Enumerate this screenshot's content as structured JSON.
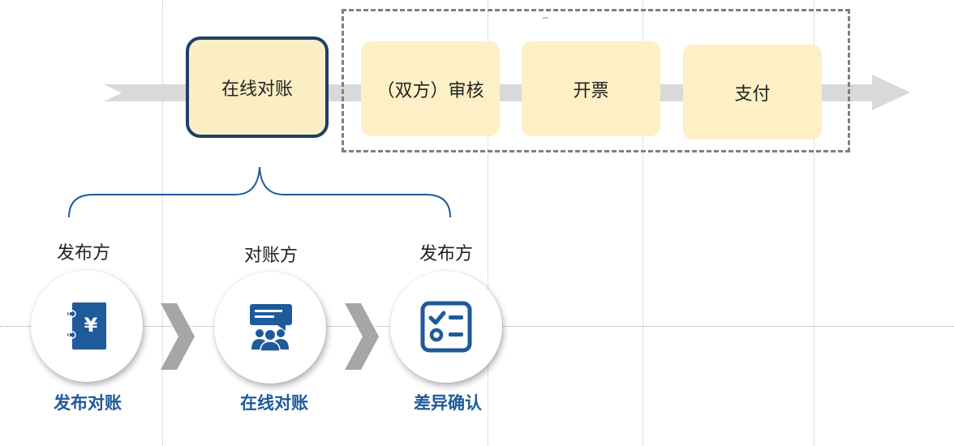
{
  "process": {
    "stages": [
      {
        "label": "在线对账",
        "active": true
      },
      {
        "label": "（双方）审核",
        "active": false
      },
      {
        "label": "开票",
        "active": false
      },
      {
        "label": "支付",
        "active": false
      }
    ]
  },
  "detail": {
    "steps": [
      {
        "role": "发布方",
        "label": "发布对账",
        "icon": "ledger-yen-icon"
      },
      {
        "role": "对账方",
        "label": "在线对账",
        "icon": "team-chat-icon"
      },
      {
        "role": "发布方",
        "label": "差异确认",
        "icon": "checklist-icon"
      }
    ]
  },
  "colors": {
    "stage_fill": "#fdf0c6",
    "active_border": "#1f3f66",
    "icon_blue": "#1f5a9a",
    "arrow_gray": "#d9d9d9"
  }
}
